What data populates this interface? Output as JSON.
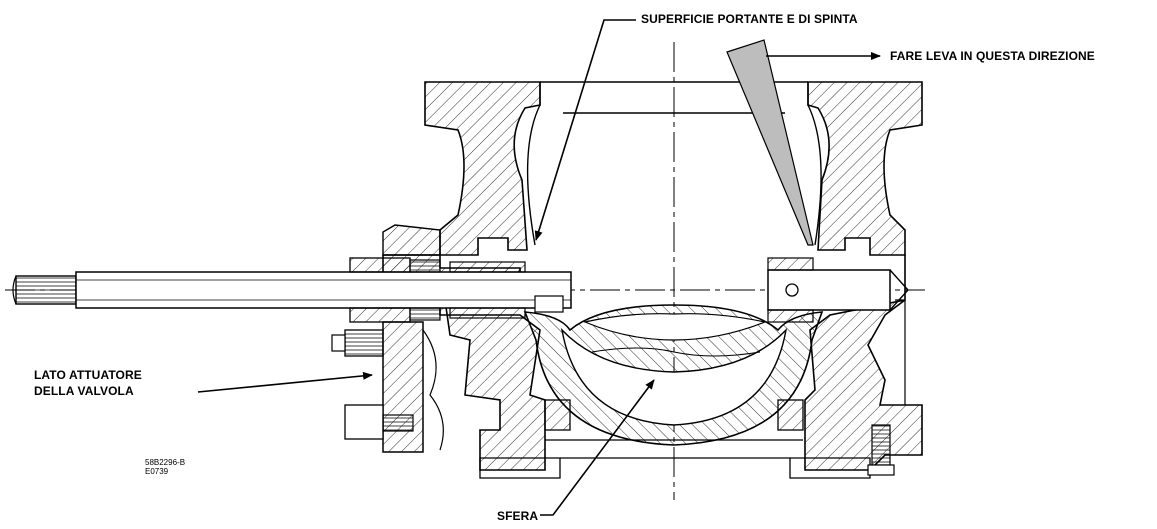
{
  "labels": {
    "bearing_surface": "SUPERFICIE PORTANTE E DI SPINTA",
    "pry_direction": "FARE LEVA IN QUESTA DIREZIONE",
    "actuator_side_line1": "LATO ATTUATORE",
    "actuator_side_line2": "DELLA VALVOLA",
    "ball": "SFERA"
  },
  "drawing_code": {
    "line1": "58B2296-B",
    "line2": "E0739"
  },
  "colors": {
    "line": "#000000",
    "hatch": "#000000",
    "lever_fill": "#bdbdbd"
  }
}
